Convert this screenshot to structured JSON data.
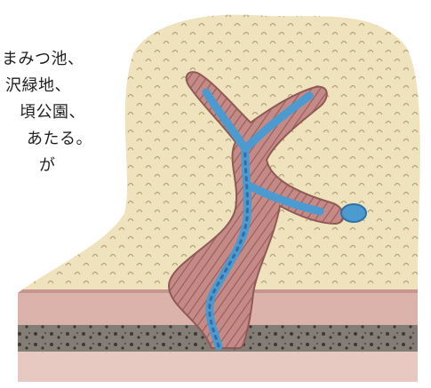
{
  "caption": {
    "lines": [
      "まみつ池、",
      "沢緑地、",
      "頃公園、",
      "あたる。",
      "が"
    ]
  },
  "colors": {
    "ground": "#efe3bd",
    "ground_dot": "#b7a47a",
    "band_pink": "#dcb3aa",
    "band_pink_dark": "#c79590",
    "band_dark": "#49463f",
    "band_bottom": "#e7c9c1",
    "stream_outer": "#c48a86",
    "stream_stripe": "#9a5a5a",
    "stream_water": "#4b9ad0",
    "stream_water_dark": "#2f6fa6"
  }
}
